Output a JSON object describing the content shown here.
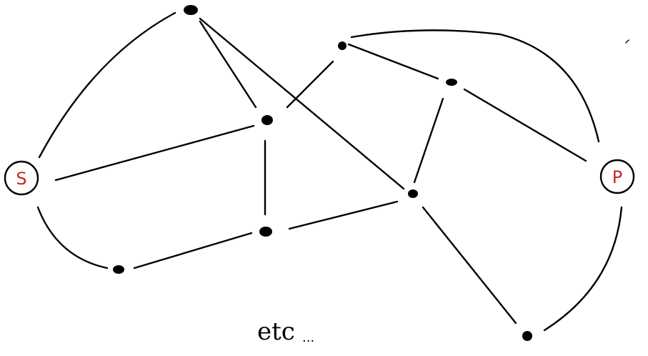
{
  "diagram": {
    "start_label": "S",
    "end_label": "P",
    "note": "etc",
    "note_dots": "...",
    "label_color": "#c62828",
    "line_color": "#000000"
  }
}
